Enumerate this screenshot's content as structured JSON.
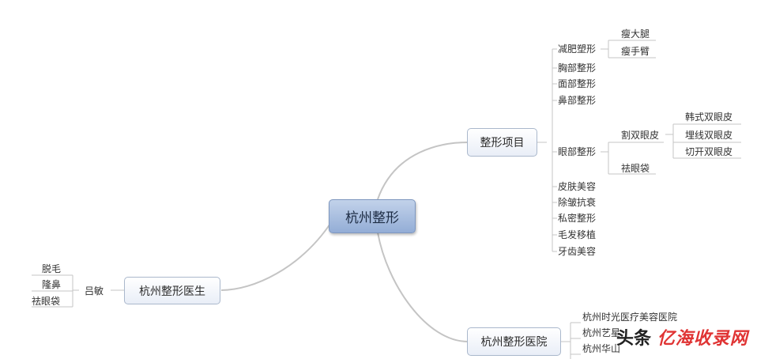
{
  "root": "杭州整形",
  "branches": {
    "projects": "整形项目",
    "doctor": "杭州整形医生",
    "hospital": "杭州整形医院"
  },
  "projects_items": {
    "weight_loss": "减肥塑形",
    "chest": "胸部整形",
    "face": "面部整形",
    "nose": "鼻部整形",
    "eye": "眼部整形",
    "skin": "皮肤美容",
    "wrinkle": "除皱抗衰",
    "private": "私密整形",
    "hair": "毛发移植",
    "teeth": "牙齿美容"
  },
  "weight_loss_items": [
    "瘦大腿",
    "瘦手臂"
  ],
  "eye_items": {
    "double_eyelid": "割双眼皮",
    "eye_bag": "祛眼袋"
  },
  "double_eyelid_items": [
    "韩式双眼皮",
    "埋线双眼皮",
    "切开双眼皮"
  ],
  "doctor_items": {
    "name": "吕敏"
  },
  "doctor_specialties": [
    "脱毛",
    "隆鼻",
    "祛眼袋"
  ],
  "hospital_items": [
    "杭州时光医疗美容医院",
    "杭州艺星",
    "杭州华山"
  ],
  "watermark": {
    "prefix": "头条",
    "brand": "亿海收录网"
  }
}
